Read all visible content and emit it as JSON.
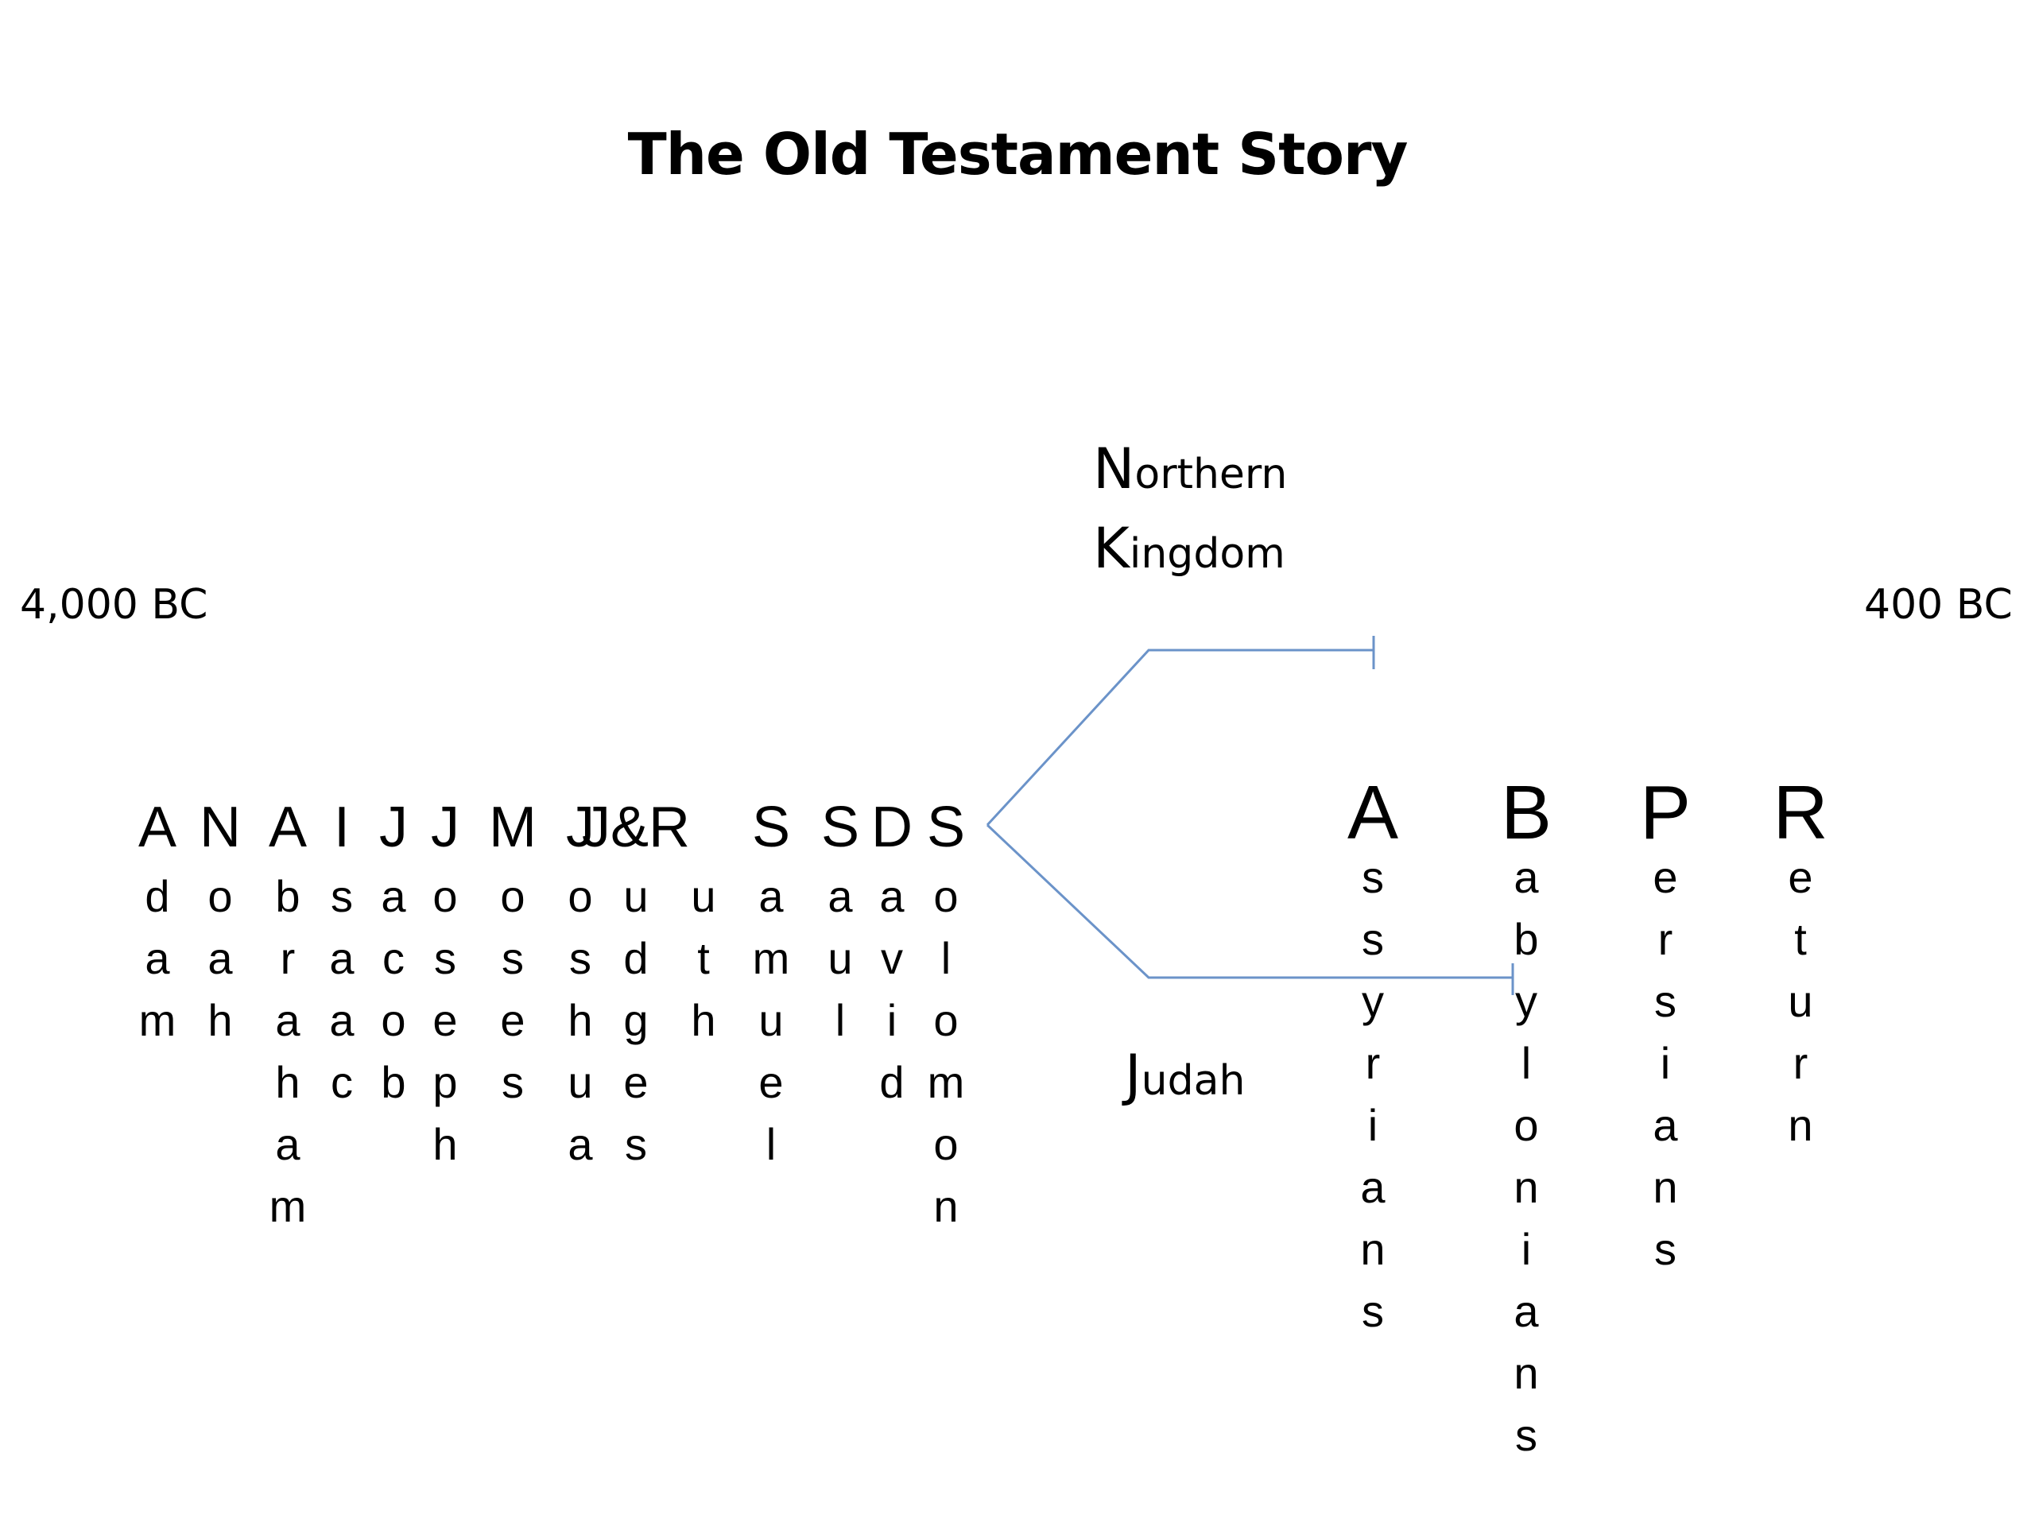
{
  "title": "The Old Testament Story",
  "dates": {
    "start": "4,000 BC",
    "end": "400 BC"
  },
  "branches": {
    "north_initial": "N",
    "north_word_rest": "orthern",
    "north_line2_initial": "K",
    "north_line2_rest": "ingdom",
    "judah_initial": "J",
    "judah_rest": "udah"
  },
  "figures": [
    {
      "head": "A",
      "tail": "dam"
    },
    {
      "head": "N",
      "tail": "oah"
    },
    {
      "head": "A",
      "tail": "braham"
    },
    {
      "head": "I",
      "tail": "saac"
    },
    {
      "head": "J",
      "tail": "acob"
    },
    {
      "head": "J",
      "tail": "oseph"
    },
    {
      "head": "M",
      "tail": "oses"
    },
    {
      "head": "J",
      "tail": "oshua"
    },
    {
      "head": "J&R",
      "tail": "udges"
    },
    {
      "head": "",
      "tail": "uth"
    },
    {
      "head": "S",
      "tail": "amuel"
    },
    {
      "head": "S",
      "tail": "aul"
    },
    {
      "head": "D",
      "tail": "avid"
    },
    {
      "head": "S",
      "tail": "olomon"
    }
  ],
  "empires": [
    {
      "head": "A",
      "tail": "ssyrians"
    },
    {
      "head": "B",
      "tail": "abylonians"
    },
    {
      "head": "P",
      "tail": "ersians"
    },
    {
      "head": "R",
      "tail": "eturn"
    }
  ],
  "colors": {
    "line": "#6b93c9"
  }
}
